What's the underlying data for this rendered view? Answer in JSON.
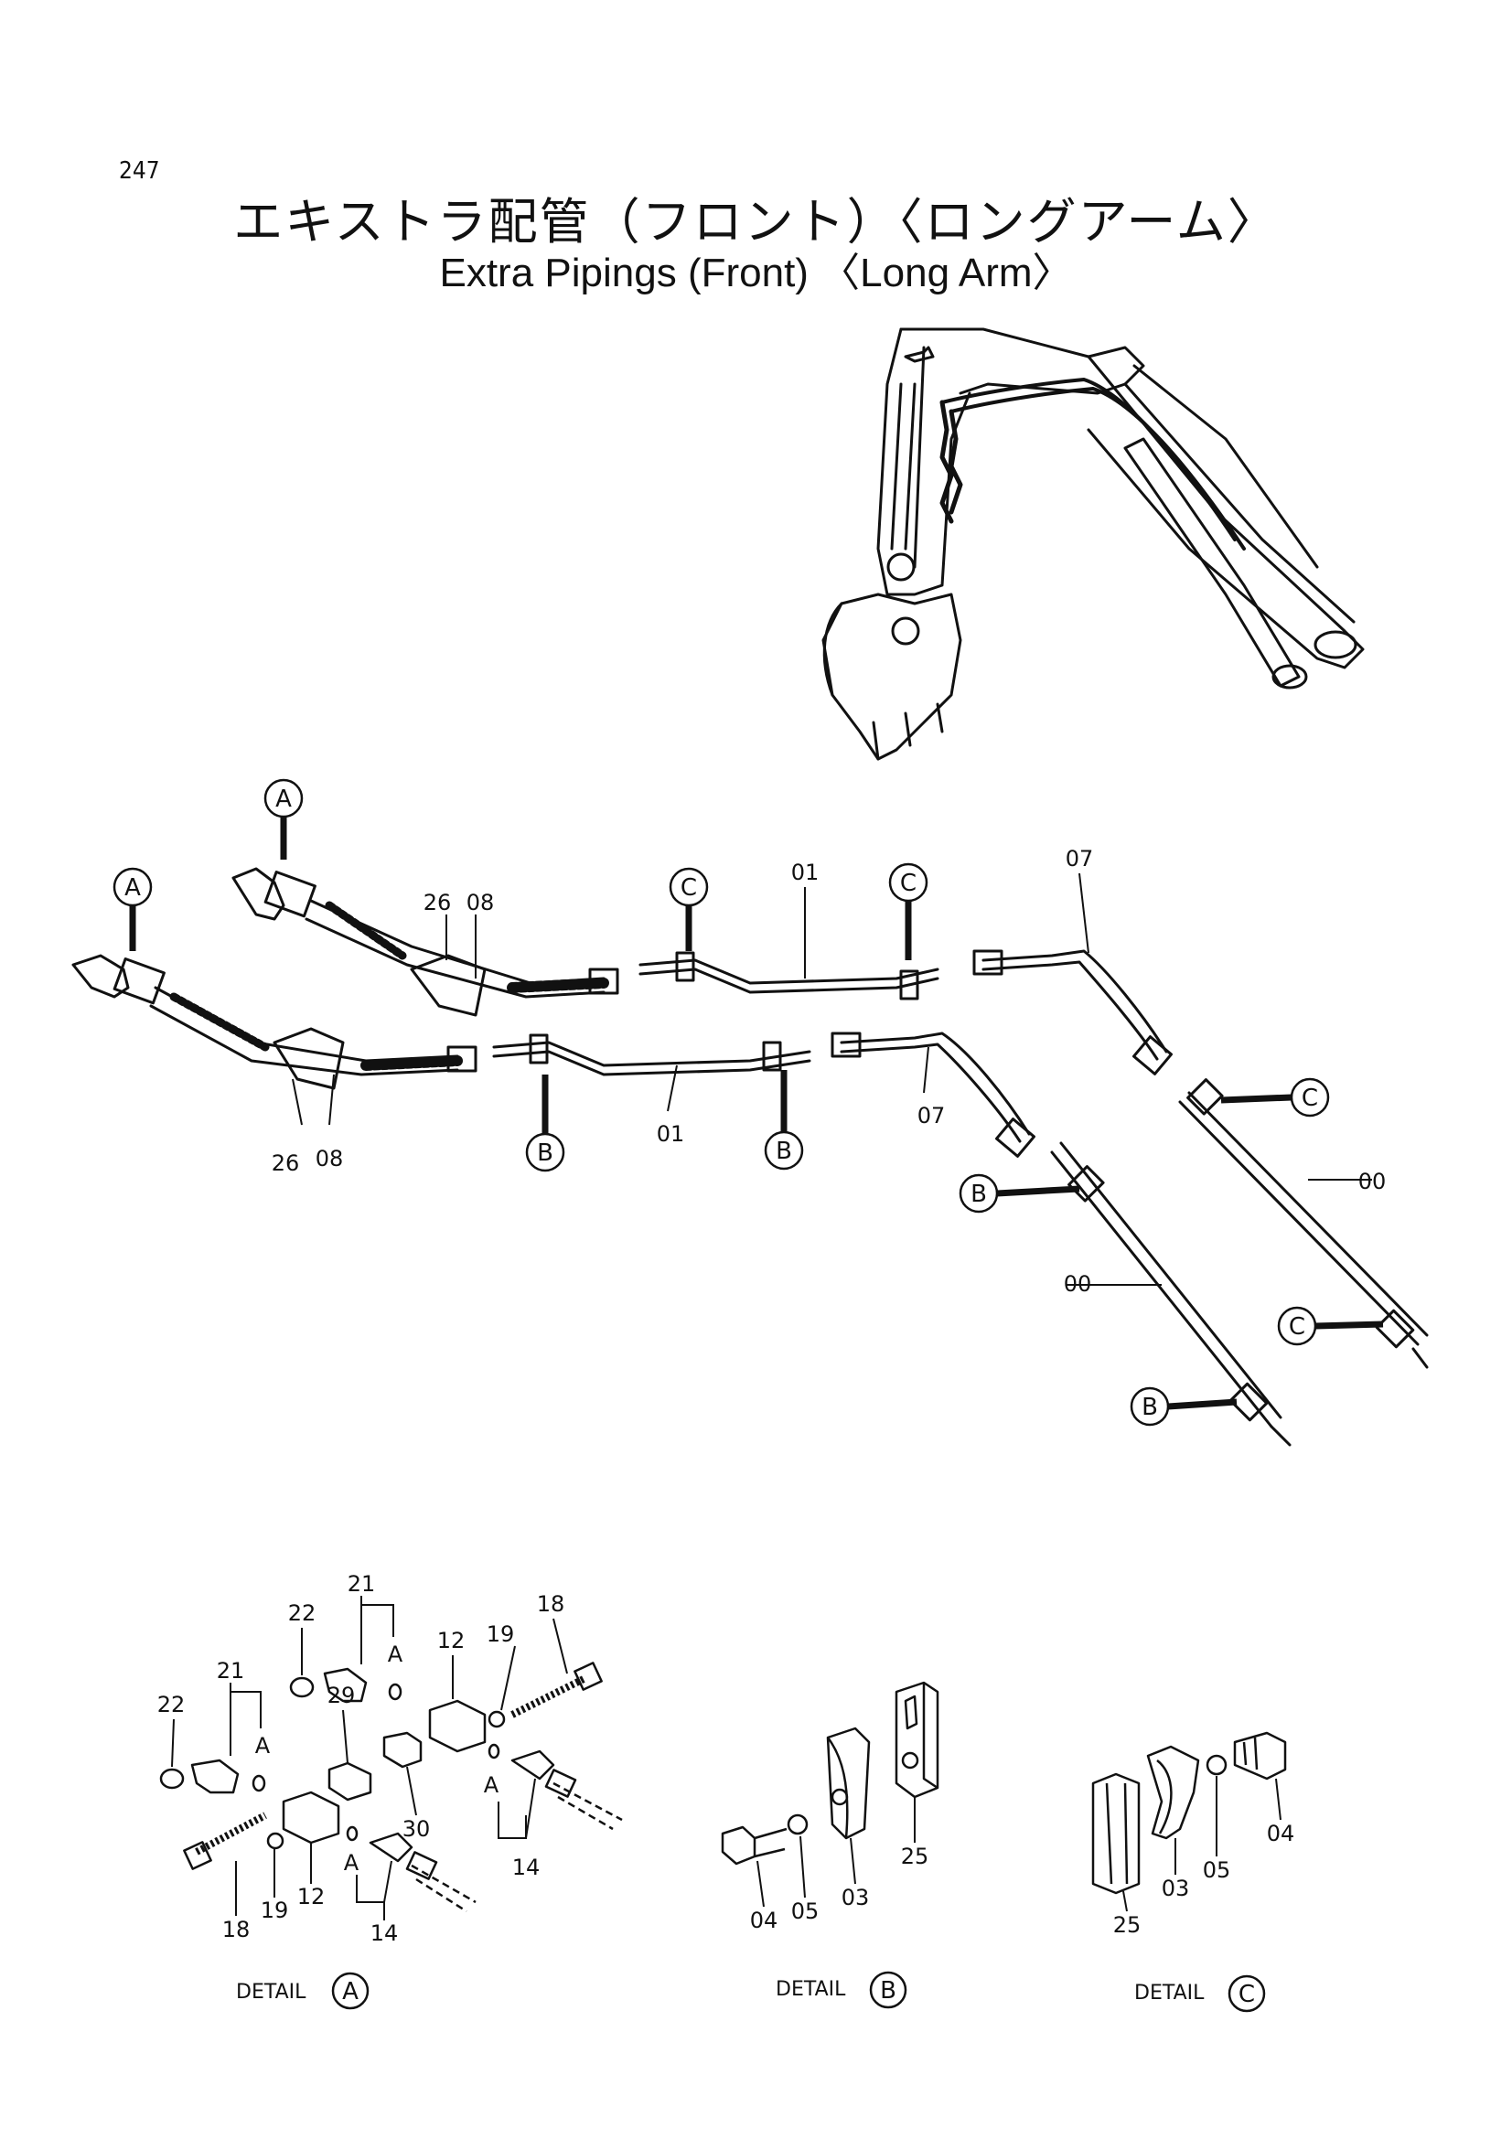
{
  "page_number": "247",
  "title_jp": "エキストラ配管（フロント）〈ロングアーム〉",
  "title_en": "Extra Pipings (Front) 〈Long Arm〉",
  "callouts": {
    "a": "A",
    "b": "B",
    "c": "C"
  },
  "part_numbers": {
    "p00": "00",
    "p01": "01",
    "p03": "03",
    "p04": "04",
    "p05": "05",
    "p07": "07",
    "p08": "08",
    "p12": "12",
    "p14": "14",
    "p18": "18",
    "p19": "19",
    "p21": "21",
    "p22": "22",
    "p25": "25",
    "p26": "26",
    "p29": "29",
    "p30": "30"
  },
  "details": {
    "detail_word": "DETAIL",
    "a": "A",
    "b": "B",
    "c": "C"
  }
}
